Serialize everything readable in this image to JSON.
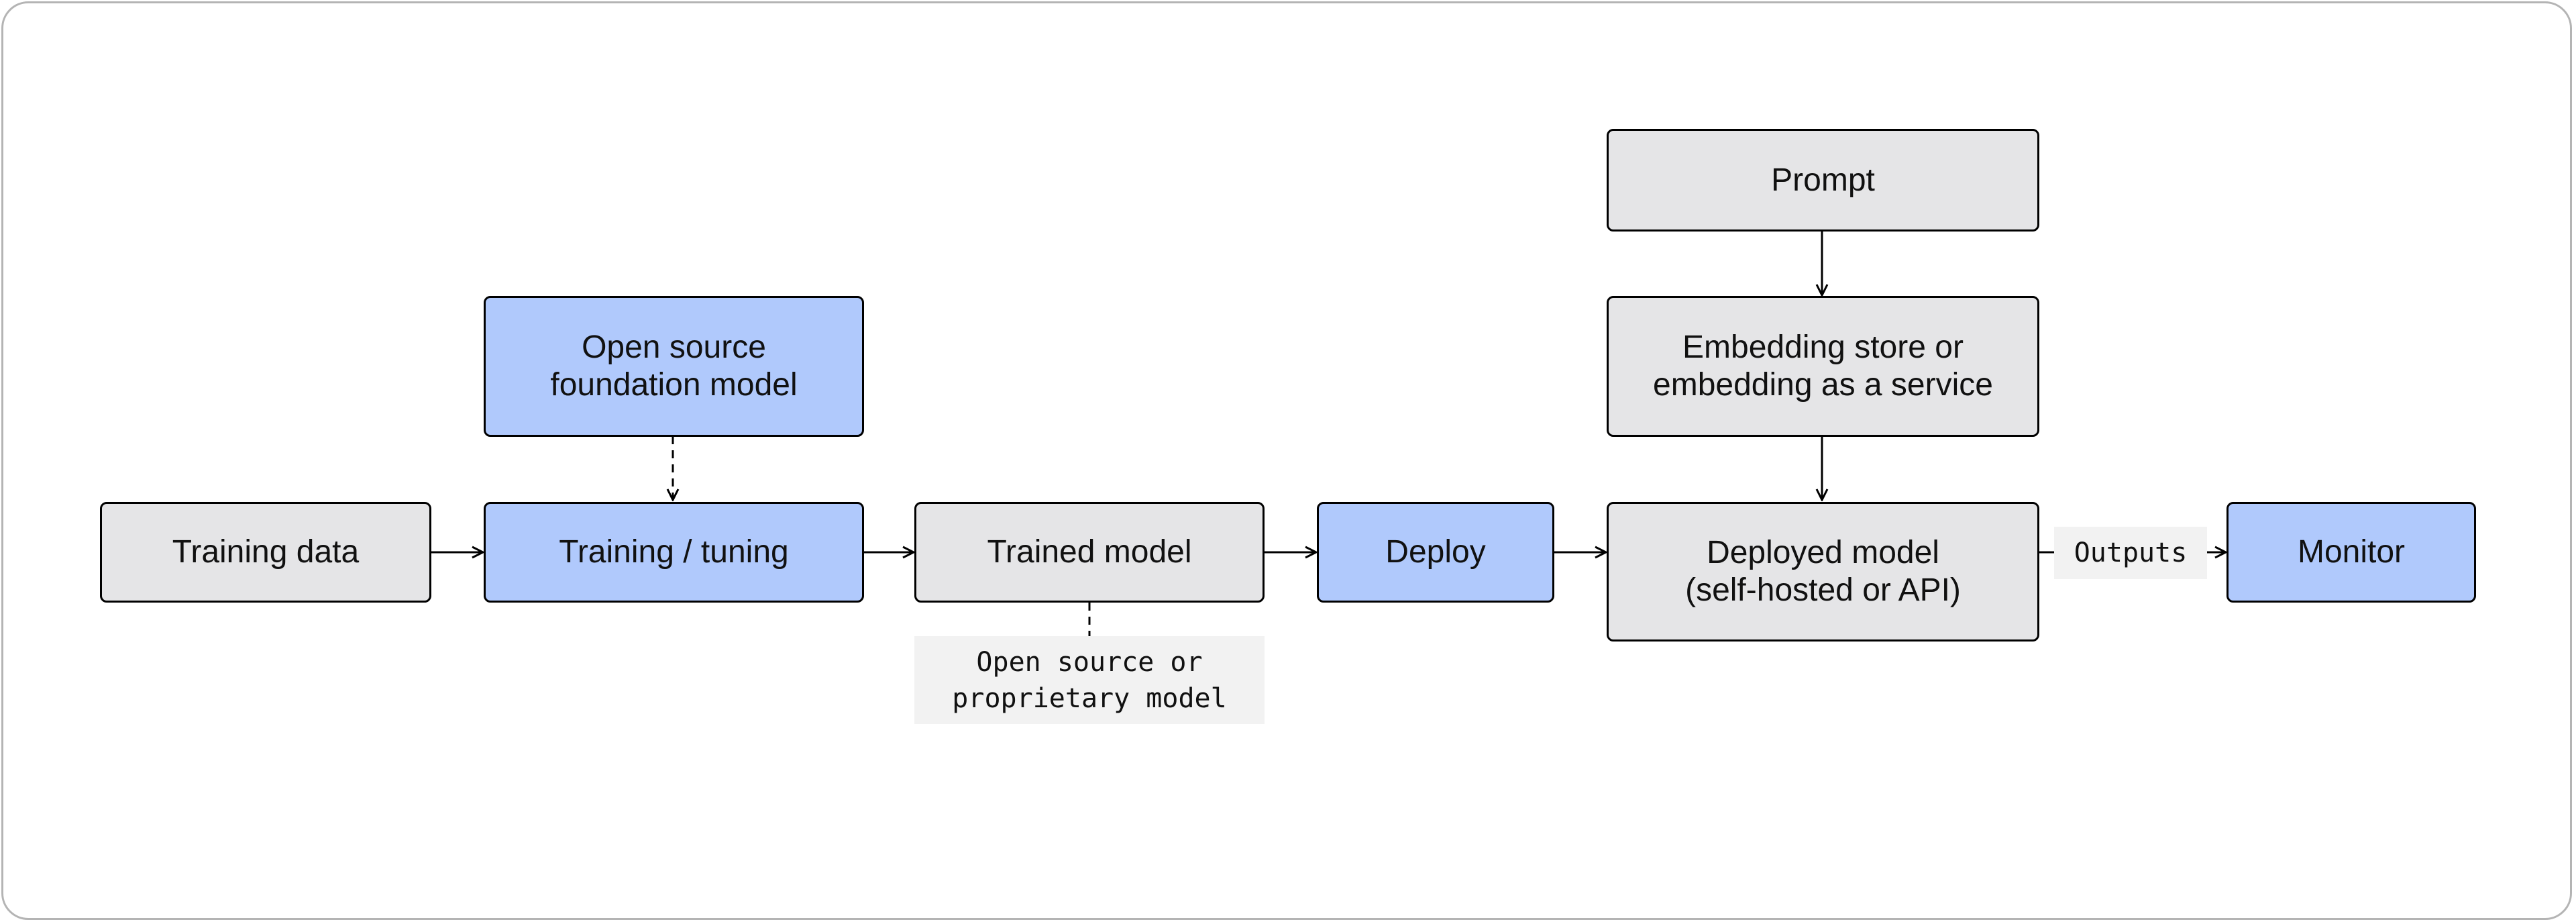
{
  "colors": {
    "process_fill": "#e5e5e7",
    "highlight_fill": "#b0c9fc",
    "note_fill": "#f2f2f2",
    "stroke": "#000000",
    "frame": "#b4b4b4"
  },
  "nodes": {
    "training_data": "Training data",
    "training_tuning": "Training / tuning",
    "open_source_foundation": "Open source\nfoundation model",
    "trained_model": "Trained model",
    "deploy": "Deploy",
    "prompt": "Prompt",
    "embedding_store": "Embedding store or\nembedding as a service",
    "deployed_model": "Deployed model\n(self-hosted or API)",
    "monitor": "Monitor"
  },
  "notes": {
    "model_type": "Open source or\nproprietary model",
    "outputs": "Outputs"
  }
}
